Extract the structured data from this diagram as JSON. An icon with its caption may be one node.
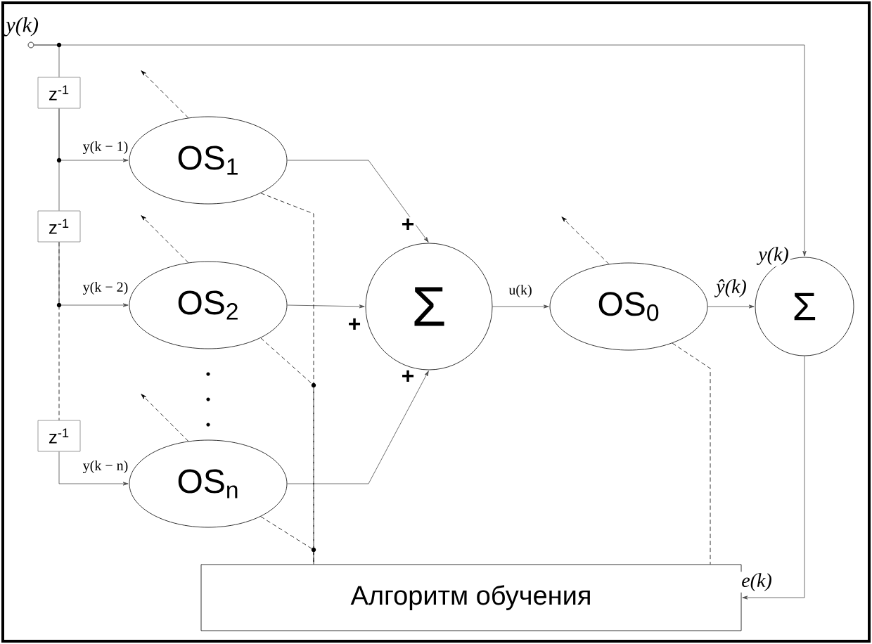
{
  "diagram": {
    "nodes": [
      {
        "text": [],
        "shape": "circle",
        "beside": [
          "y(k)"
        ]
      },
      {
        "text": [
          "z$^{-1}$"
        ]
      },
      {
        "text": [
          "z$^{-1}$"
        ]
      },
      {
        "text": [
          "z$^{-1}$"
        ]
      },
      {
        "text": [
          "OS$_{1}$"
        ]
      },
      {
        "text": [
          "OS$_{2}$"
        ]
      },
      {
        "text": [
          "OS$_{n}$"
        ]
      },
      {
        "text": [
          "Σ"
        ]
      },
      {
        "text": [
          "OS$_{0}$"
        ]
      },
      {
        "text": [
          "Σ"
        ]
      },
      {
        "text": [
          "Алгоритм обучения"
        ]
      }
    ],
    "edges": [
      {
        "from": 0,
        "to": 1,
        "arrow": "none"
      },
      {
        "from": 1,
        "to": 2,
        "arrow": "none"
      },
      {
        "from": 2,
        "to": 3,
        "arrow": "none",
        "style": "dashed"
      },
      {
        "from": 0,
        "to": 9,
        "arrow": "to",
        "label": "y(k)"
      },
      {
        "from": 1,
        "to": 4,
        "arrow": "to",
        "label": "y(k − 1)"
      },
      {
        "from": 2,
        "to": 5,
        "arrow": "to",
        "label": "y(k − 2)"
      },
      {
        "from": 3,
        "to": 6,
        "arrow": "to",
        "label": "y(k − n)"
      },
      {
        "from": 4,
        "to": 7,
        "arrow": "to",
        "label": "+"
      },
      {
        "from": 5,
        "to": 7,
        "arrow": "to",
        "label": "+"
      },
      {
        "from": 6,
        "to": 7,
        "arrow": "to",
        "label": "+"
      },
      {
        "from": 7,
        "to": 8,
        "arrow": "to",
        "label": "u(k)"
      },
      {
        "from": 8,
        "to": 9,
        "arrow": "to",
        "label": "ŷ(k)"
      },
      {
        "from": 9,
        "to": 10,
        "arrow": "to",
        "label": "e(k)"
      },
      {
        "from": 4,
        "to": 10,
        "arrow": "none",
        "style": "dashed"
      },
      {
        "from": 5,
        "to": 10,
        "arrow": "none",
        "style": "dashed"
      },
      {
        "from": 6,
        "to": 10,
        "arrow": "none",
        "style": "dashed"
      },
      {
        "from": 8,
        "to": 10,
        "arrow": "none",
        "style": "dashed"
      },
      {
        "from": 4,
        "to": null,
        "arrow": "to",
        "style": "dashed"
      },
      {
        "from": 5,
        "to": null,
        "arrow": "to",
        "style": "dashed"
      },
      {
        "from": 6,
        "to": null,
        "arrow": "to",
        "style": "dashed"
      },
      {
        "from": 8,
        "to": null,
        "arrow": "to",
        "style": "dashed"
      }
    ]
  }
}
